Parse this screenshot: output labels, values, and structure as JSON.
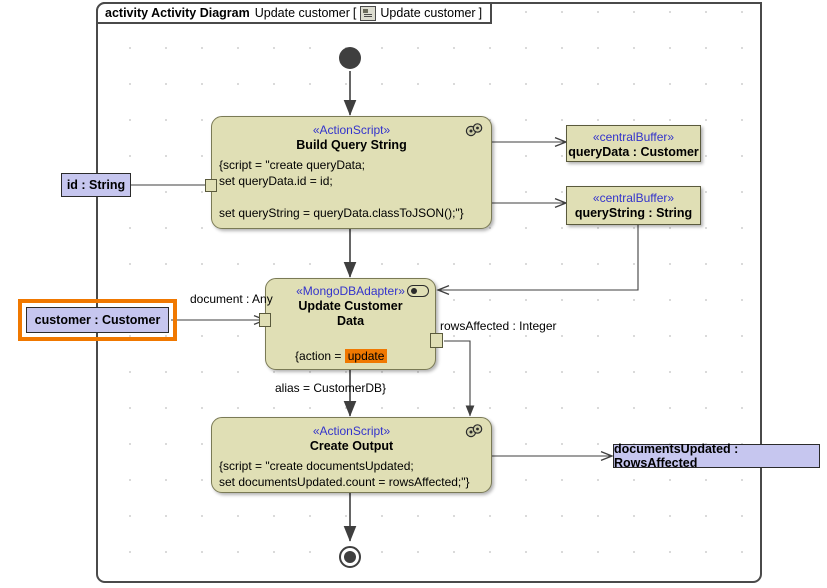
{
  "frame": {
    "keyword": "activity Activity Diagram",
    "name": "Update customer",
    "bracket_open": "[",
    "icon": "diagram-icon",
    "qualifier": "Update customer",
    "bracket_close": "]"
  },
  "nodes": {
    "initial": {
      "name": "initial-node"
    },
    "final": {
      "name": "activity-final-node"
    },
    "build_query": {
      "stereotype": "«ActionScript»",
      "name": "Build Query String",
      "body": "{script = \"create queryData;\nset queryData.id = id;\n\nset queryString = queryData.classToJSON();\"}",
      "icon": "script-icon"
    },
    "update_customer": {
      "stereotype": "«MongoDBAdapter»",
      "name_line1": "Update Customer",
      "name_line2": "Data",
      "body_prefix": "{action = ",
      "body_value": "update",
      "body_suffix": "alias = CustomerDB}",
      "icon": "database-icon"
    },
    "create_output": {
      "stereotype": "«ActionScript»",
      "name": "Create Output",
      "body": "{script = \"create documentsUpdated;\nset documentsUpdated.count = rowsAffected;\"}",
      "icon": "script-icon"
    },
    "buffer_query_data": {
      "stereotype": "«centralBuffer»",
      "name": "queryData : Customer"
    },
    "buffer_query_string": {
      "stereotype": "«centralBuffer»",
      "name": "queryString : String"
    },
    "param_id": {
      "label": "id : String"
    },
    "param_customer": {
      "label": "customer : Customer",
      "selected": true
    },
    "param_documents_updated": {
      "label": "documentsUpdated : RowsAffected"
    }
  },
  "edge_labels": {
    "document_any": "document : Any",
    "rows_affected": "rowsAffected : Integer"
  },
  "colors": {
    "action_fill": "#e0dfb5",
    "action_stroke": "#7a7a55",
    "param_fill": "#c6c6ef",
    "stereotype_text": "#3333cc",
    "selection": "#f07800",
    "frame_stroke": "#4a4a4a"
  }
}
